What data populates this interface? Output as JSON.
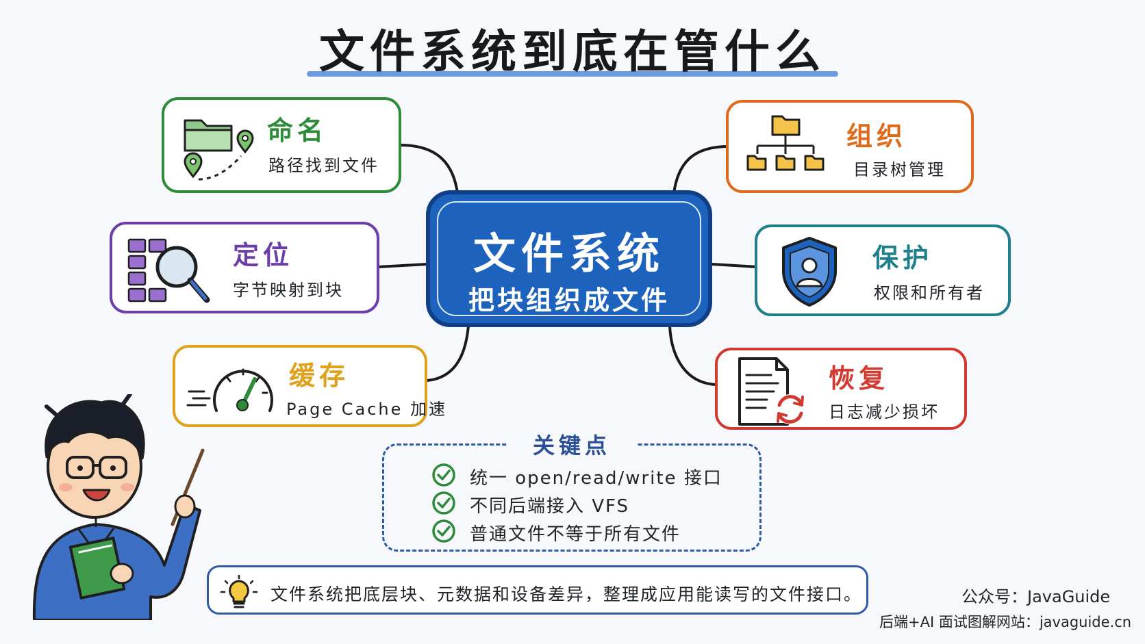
{
  "title": "文件系统到底在管什么",
  "center": {
    "line1": "文件系统",
    "line2": "把块组织成文件"
  },
  "cards": [
    {
      "title": "命名",
      "subtitle": "路径找到文件",
      "color": "#2e8b3a"
    },
    {
      "title": "组织",
      "subtitle": "目录树管理",
      "color": "#e06a1c"
    },
    {
      "title": "定位",
      "subtitle": "字节映射到块",
      "color": "#6a3fa8"
    },
    {
      "title": "保护",
      "subtitle": "权限和所有者",
      "color": "#1f7f8a"
    },
    {
      "title": "缓存",
      "subtitle": "Page Cache 加速",
      "color": "#e0a21c"
    },
    {
      "title": "恢复",
      "subtitle": "日志减少损坏",
      "color": "#d23a30"
    }
  ],
  "key_points": {
    "title": "关键点",
    "items": [
      "统一 open/read/write 接口",
      "不同后端接入 VFS",
      "普通文件不等于所有文件"
    ]
  },
  "summary": "文件系统把底层块、元数据和设备差异，整理成应用能读写的文件接口。",
  "credits": {
    "account": "公众号：JavaGuide",
    "site": "后端+AI 面试图解网站：javaguide.cn"
  },
  "icons": {
    "naming": "folder-route-icon",
    "organize": "directory-tree-icon",
    "locate": "block-magnifier-icon",
    "protect": "user-shield-icon",
    "cache": "speedometer-icon",
    "recover": "document-restore-icon",
    "check": "check-circle-icon",
    "tip": "lightbulb-icon"
  }
}
